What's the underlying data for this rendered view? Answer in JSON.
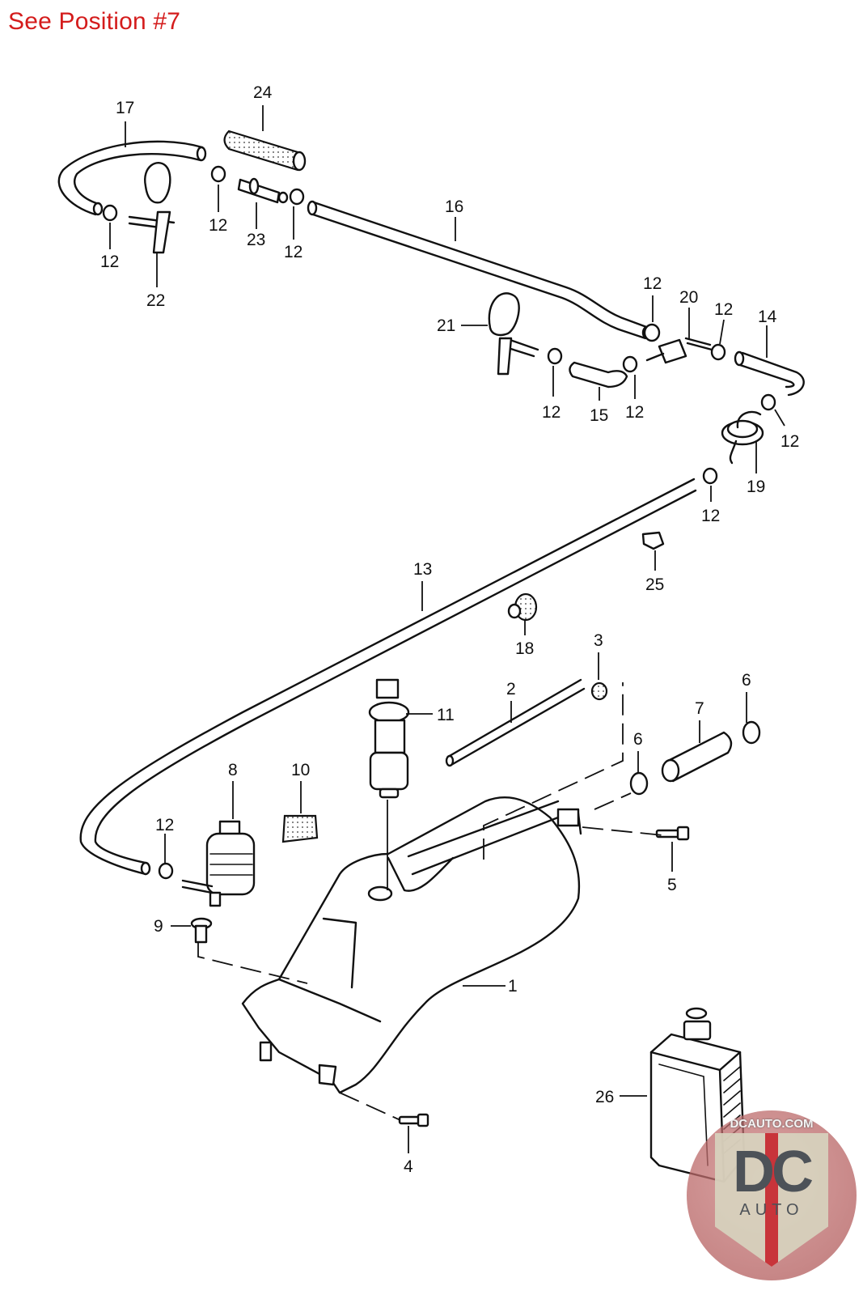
{
  "header": {
    "note": "See Position #7"
  },
  "diagram": {
    "title": "Windshield washer system exploded parts diagram",
    "labels": {
      "p1": "1",
      "p2": "2",
      "p3": "3",
      "p4": "4",
      "p5": "5",
      "p6a": "6",
      "p6b": "6",
      "p7": "7",
      "p8": "8",
      "p9": "9",
      "p10": "10",
      "p11": "11",
      "p12a": "12",
      "p12b": "12",
      "p12c": "12",
      "p12d": "12",
      "p12e": "12",
      "p12f": "12",
      "p12g": "12",
      "p12h": "12",
      "p12i": "12",
      "p12j": "12",
      "p13": "13",
      "p14": "14",
      "p15": "15",
      "p16": "16",
      "p17": "17",
      "p18": "18",
      "p19": "19",
      "p20": "20",
      "p21": "21",
      "p22": "22",
      "p23": "23",
      "p24": "24",
      "p25": "25",
      "p26": "26"
    }
  },
  "watermark": {
    "url": "DCAUTO.COM",
    "mark": "DC",
    "sub": "AUTO"
  }
}
